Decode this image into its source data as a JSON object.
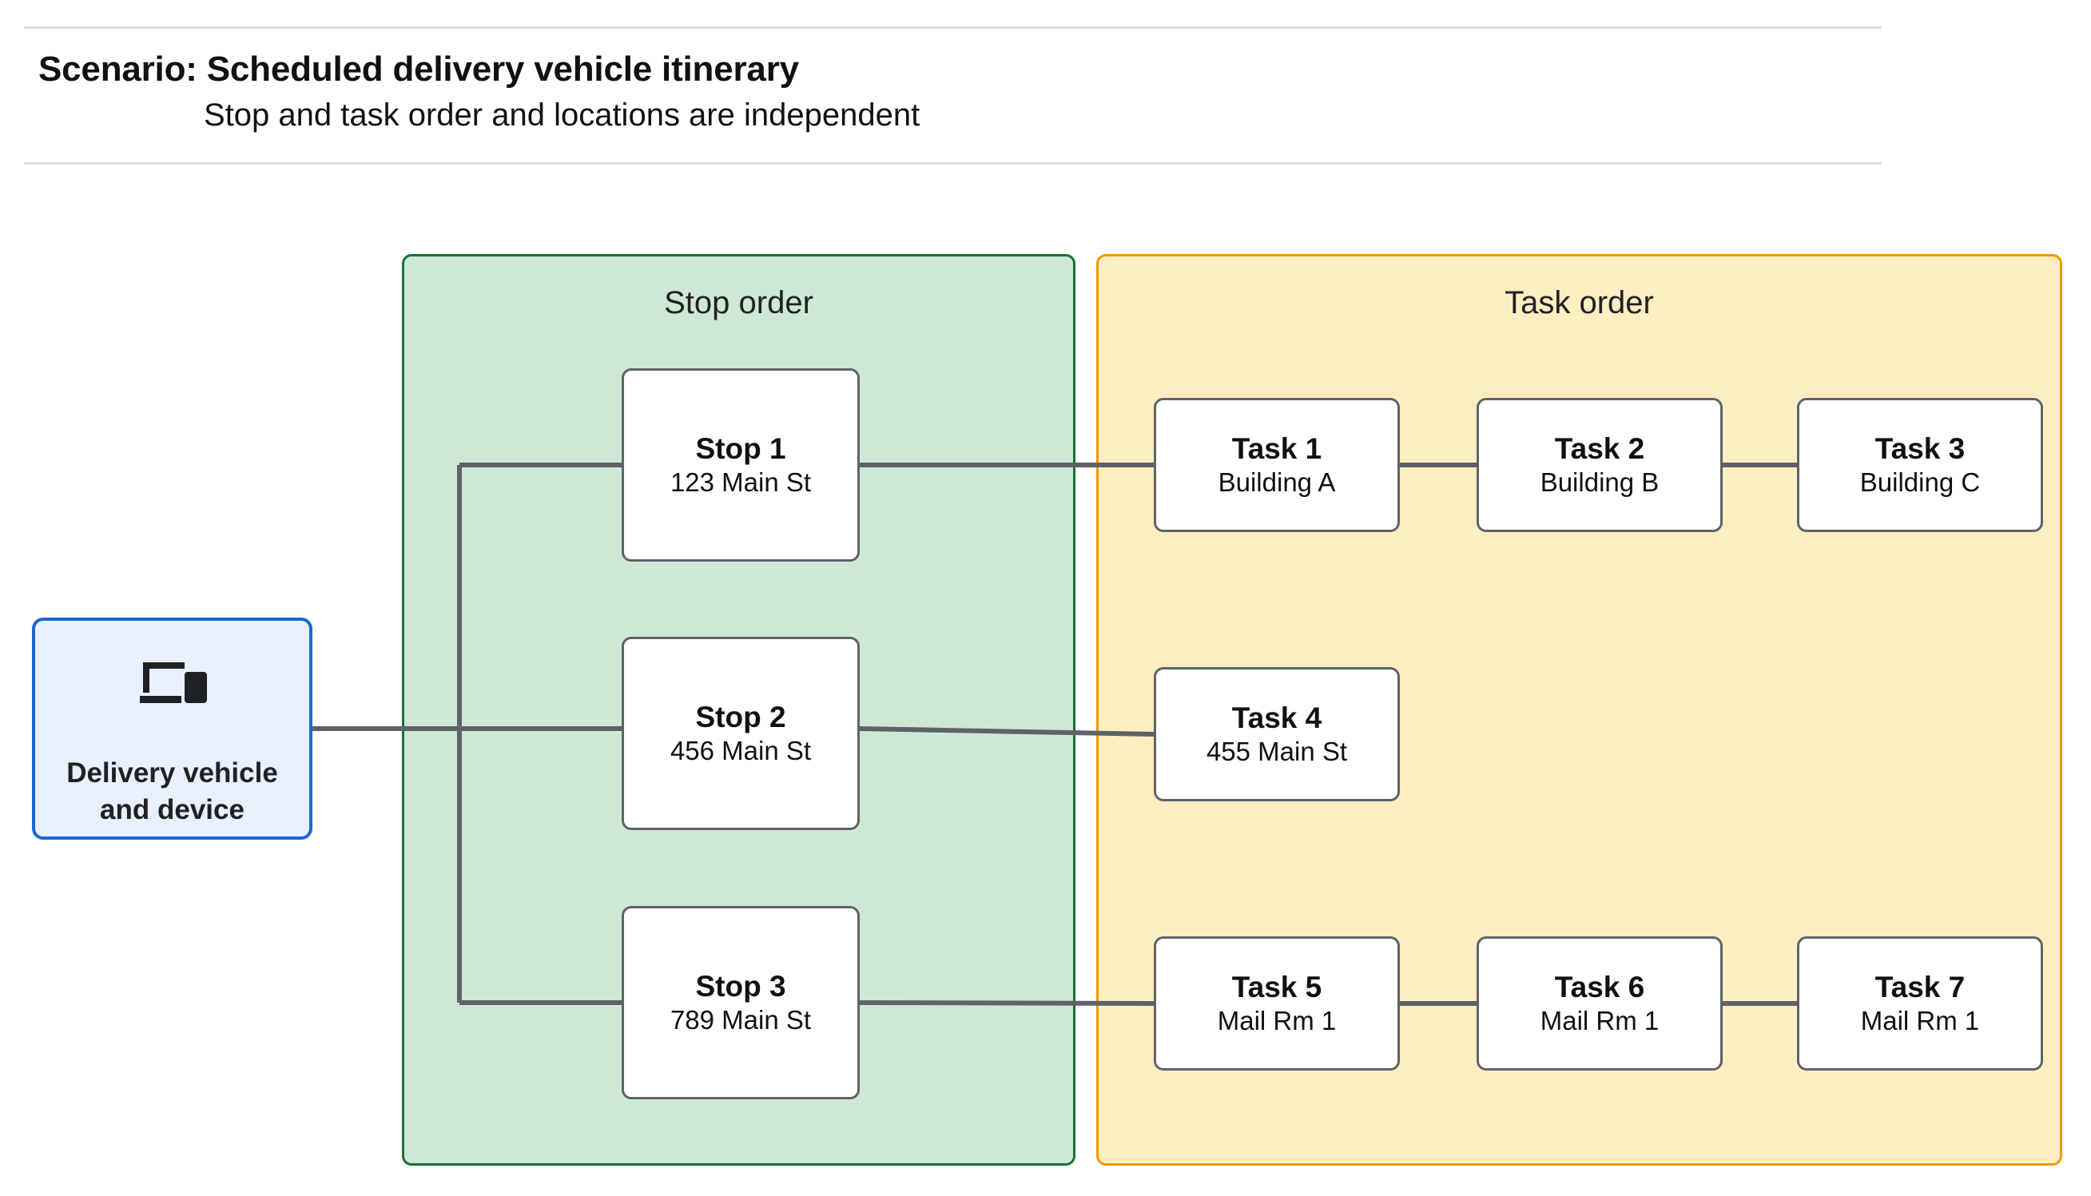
{
  "header": {
    "title": "Scenario: Scheduled delivery vehicle itinerary",
    "subtitle": "Stop and task order and locations are independent"
  },
  "vehicle": {
    "label": "Delivery vehicle\nand device",
    "icon": "devices-icon",
    "fill": "#e8f0fe",
    "border": "#1967d2"
  },
  "panels": {
    "stop": {
      "title": "Stop order",
      "fill": "#cee8d6",
      "border": "#137333"
    },
    "task": {
      "title": "Task order",
      "fill": "#fdeec2",
      "border": "#f29900"
    }
  },
  "stops": [
    {
      "name": "Stop 1",
      "location": "123 Main St"
    },
    {
      "name": "Stop 2",
      "location": "456 Main St"
    },
    {
      "name": "Stop 3",
      "location": "789 Main St"
    }
  ],
  "tasks": [
    {
      "name": "Task 1",
      "location": "Building A"
    },
    {
      "name": "Task 2",
      "location": "Building B"
    },
    {
      "name": "Task 3",
      "location": "Building C"
    },
    {
      "name": "Task 4",
      "location": "455 Main St"
    },
    {
      "name": "Task 5",
      "location": "Mail Rm 1"
    },
    {
      "name": "Task 6",
      "location": "Mail Rm 1"
    },
    {
      "name": "Task 7",
      "location": "Mail Rm 1"
    }
  ],
  "colors": {
    "connector": "#5f6368",
    "node_border": "#5f6368",
    "divider": "#dadce0",
    "text": "#111111"
  }
}
